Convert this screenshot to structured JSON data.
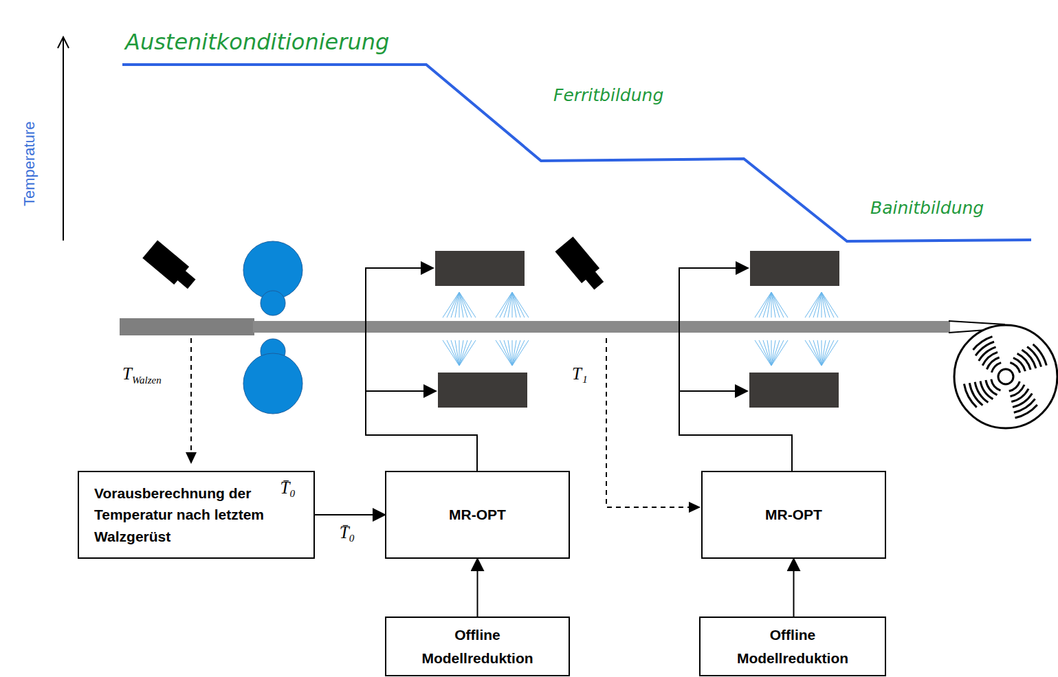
{
  "diagram": {
    "nodes": [
      {
        "text": [
          "Vorausberechnung der Temperatur nach letztem Walzgerüst",
          "T̄₀"
        ]
      },
      {
        "text": [
          "MR-OPT"
        ]
      },
      {
        "text": [
          "MR-OPT"
        ]
      },
      {
        "text": [
          "Offline Modellreduktion"
        ]
      },
      {
        "text": [
          "Offline Modellreduktion"
        ]
      }
    ],
    "edges": [
      {
        "from": 0,
        "to": 1,
        "arrow": "to",
        "label": "T̄₀"
      },
      {
        "from": 3,
        "to": 1,
        "arrow": "to"
      },
      {
        "from": 4,
        "to": 2,
        "arrow": "to"
      }
    ],
    "labels": [
      "Temperature",
      "Austenitkonditionierung",
      "Ferritbildung",
      "Bainitbildung",
      "TWalzen",
      "T₁"
    ]
  }
}
